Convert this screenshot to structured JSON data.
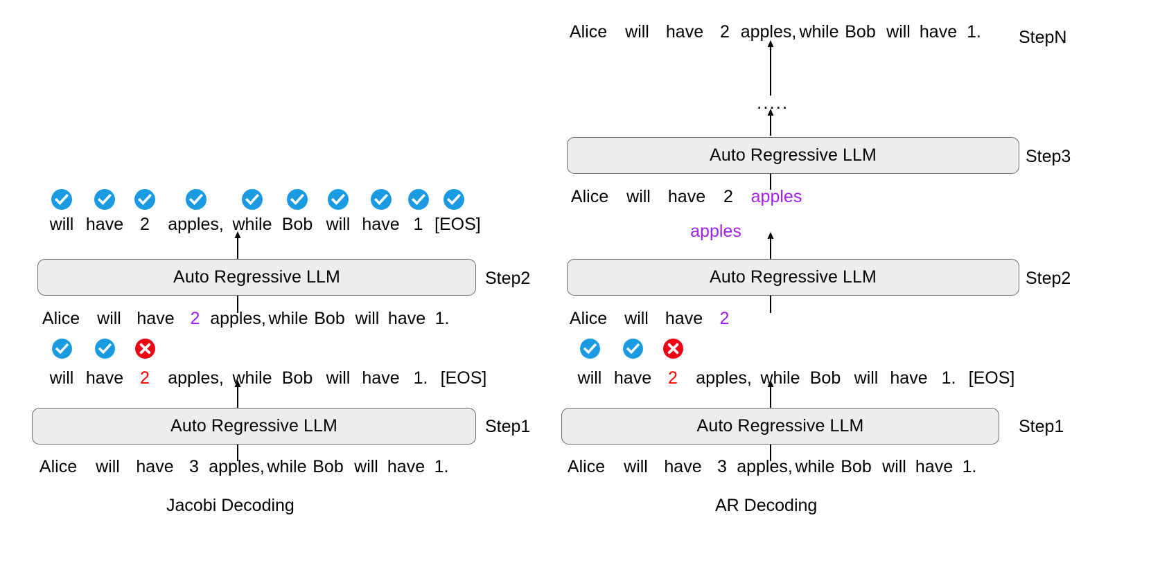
{
  "figure": {
    "title_absent": true,
    "colors": {
      "accept_badge": "#1a9ae1",
      "reject_badge": "#f00013",
      "box_fill": "#ededed",
      "box_border": "#6b6b6b",
      "highlight_purple": "#a020f0",
      "highlight_red": "#ff0000",
      "text": "#000000"
    },
    "module_label": "Auto Regressive LLM",
    "icons": {
      "accept": "check-circle-icon",
      "reject": "cross-circle-icon"
    },
    "ellipsis": "....."
  },
  "left_panel": {
    "caption": "Jacobi Decoding",
    "step1": {
      "label": "Step1",
      "module_label": "Auto Regressive LLM",
      "input_tokens": [
        "Alice",
        "will",
        "have",
        "3",
        "apples,",
        "while",
        "Bob",
        "will",
        "have",
        "1."
      ],
      "output_tokens": [
        "will",
        "have",
        "2",
        "apples,",
        "while",
        "Bob",
        "will",
        "have",
        "1.",
        "[EOS]"
      ],
      "output_token_colors": [
        "black",
        "black",
        "red",
        "black",
        "black",
        "black",
        "black",
        "black",
        "black",
        "black"
      ],
      "markers": [
        "accept",
        "accept",
        "reject"
      ]
    },
    "step2": {
      "label": "Step2",
      "module_label": "Auto Regressive LLM",
      "input_tokens": [
        "Alice",
        "will",
        "have",
        "2",
        "apples,",
        "while",
        "Bob",
        "will",
        "have",
        "1."
      ],
      "input_token_colors": [
        "black",
        "black",
        "black",
        "purple",
        "black",
        "black",
        "black",
        "black",
        "black",
        "black"
      ],
      "output_tokens": [
        "will",
        "have",
        "2",
        "apples,",
        "while",
        "Bob",
        "will",
        "have",
        "1",
        "[EOS]"
      ],
      "output_token_colors": [
        "black",
        "black",
        "black",
        "black",
        "black",
        "black",
        "black",
        "black",
        "black",
        "black"
      ],
      "markers": [
        "accept",
        "accept",
        "accept",
        "accept",
        "accept",
        "accept",
        "accept",
        "accept",
        "accept",
        "accept"
      ]
    }
  },
  "right_panel": {
    "caption": "AR Decoding",
    "step1": {
      "label": "Step1",
      "module_label": "Auto Regressive LLM",
      "input_tokens": [
        "Alice",
        "will",
        "have",
        "3",
        "apples,",
        "while",
        "Bob",
        "will",
        "have",
        "1."
      ],
      "output_tokens": [
        "will",
        "have",
        "2",
        "apples,",
        "while",
        "Bob",
        "will",
        "have",
        "1.",
        "[EOS]"
      ],
      "output_token_colors": [
        "black",
        "black",
        "red",
        "black",
        "black",
        "black",
        "black",
        "black",
        "black",
        "black"
      ],
      "markers": [
        "accept",
        "accept",
        "reject"
      ]
    },
    "step2": {
      "label": "Step2",
      "module_label": "Auto Regressive LLM",
      "input_tokens": [
        "Alice",
        "will",
        "have",
        "2"
      ],
      "input_token_colors": [
        "black",
        "black",
        "black",
        "purple"
      ],
      "output_tokens": [
        "apples"
      ],
      "output_token_colors": [
        "purple"
      ]
    },
    "step3": {
      "label": "Step3",
      "module_label": "Auto Regressive LLM",
      "input_tokens": [
        "Alice",
        "will",
        "have",
        "2",
        "apples"
      ],
      "input_token_colors": [
        "black",
        "black",
        "black",
        "black",
        "purple"
      ]
    },
    "stepN": {
      "label": "StepN",
      "output_tokens": [
        "Alice",
        "will",
        "have",
        "2",
        "apples,",
        "while",
        "Bob",
        "will",
        "have",
        "1."
      ],
      "output_token_colors": [
        "black",
        "black",
        "black",
        "black",
        "black",
        "black",
        "black",
        "black",
        "black",
        "black"
      ]
    }
  }
}
